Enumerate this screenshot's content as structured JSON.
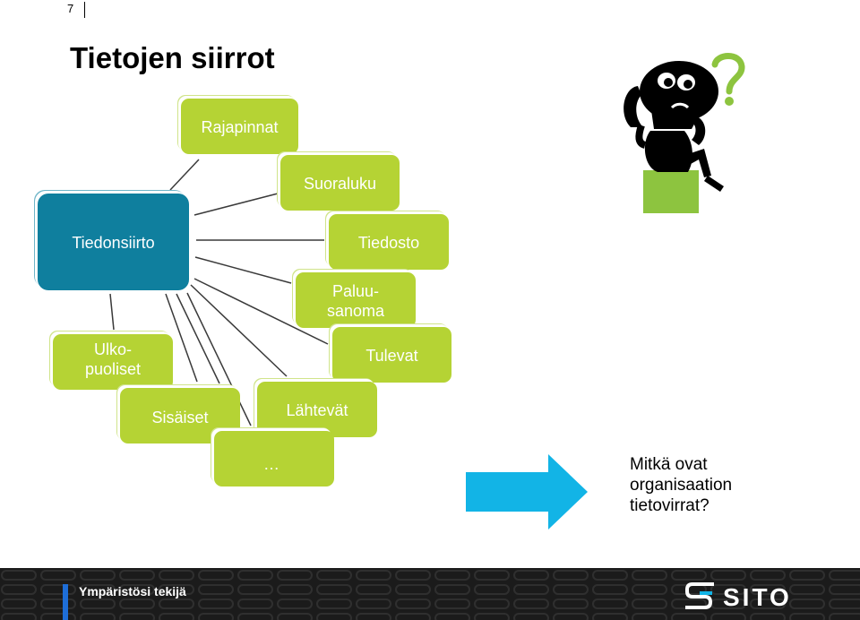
{
  "page_number": "7",
  "title": "Tietojen siirrot",
  "center_node": "Tiedonsiirto",
  "nodes": {
    "rajapinnat": "Rajapinnat",
    "suoraluku": "Suoraluku",
    "tiedosto": "Tiedosto",
    "paluusanoma_1": "Paluu-",
    "paluusanoma_2": "sanoma",
    "tulevat": "Tulevat",
    "lahtevat": "Lähtevät",
    "ellipsis": "…",
    "sisaiset": "Sisäiset",
    "ulkopuoliset_1": "Ulko-",
    "ulkopuoliset_2": "puoliset"
  },
  "question": {
    "line1": "Mitkä ovat",
    "line2": "organisaation",
    "line3": "tietovirrat?"
  },
  "footer": {
    "slogan": "Ympäristösi tekijä",
    "logo_text": "SITO"
  },
  "colors": {
    "node_green": "#b5d334",
    "center_blue": "#0f7f9e",
    "arrow_cyan": "#12b4e6",
    "question_mark_green": "#8dc43f",
    "footer_bg": "#1b1b1b",
    "footer_accent": "#1e6ed8"
  }
}
